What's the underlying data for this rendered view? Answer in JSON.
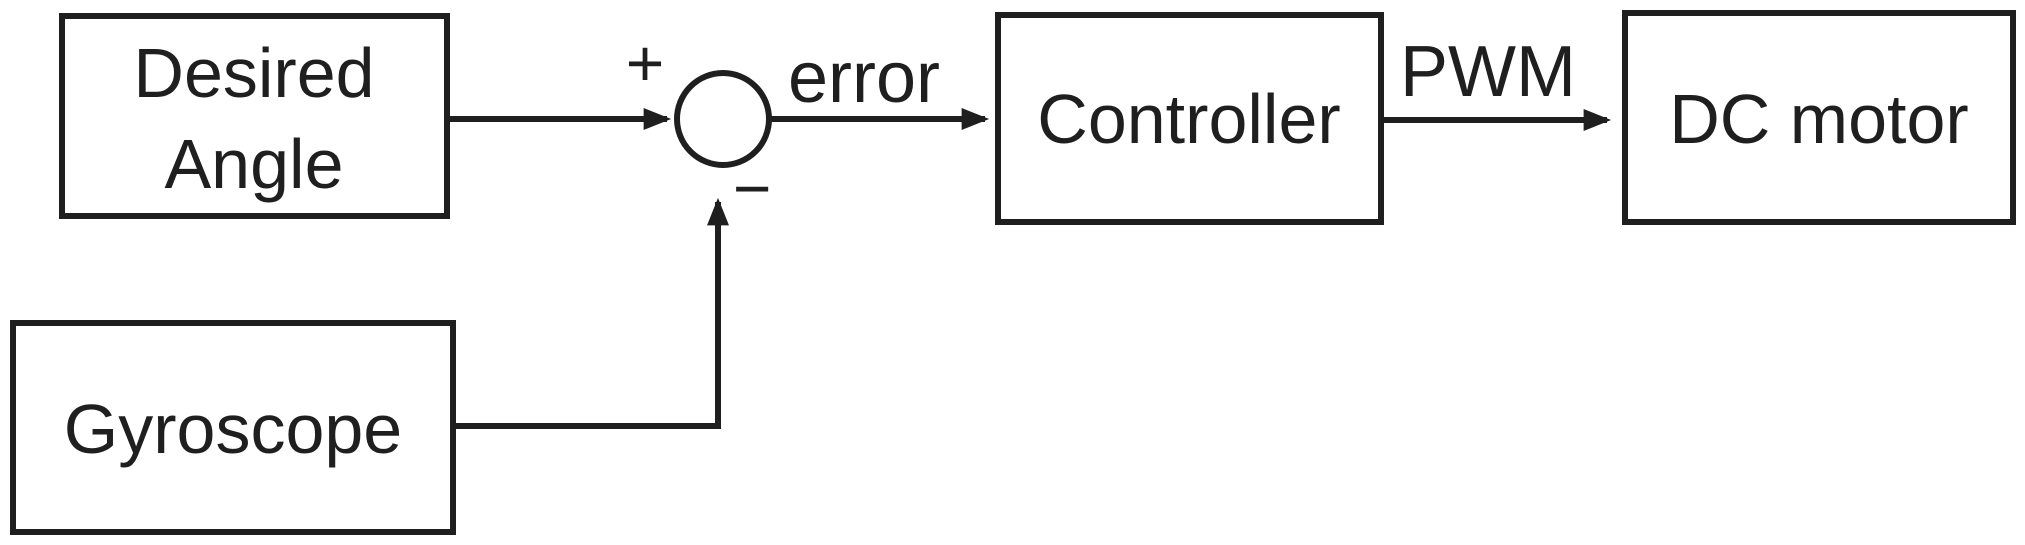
{
  "diagram": {
    "blocks": {
      "desired_angle": {
        "line1": "Desired",
        "line2": "Angle"
      },
      "controller": {
        "label": "Controller"
      },
      "dc_motor": {
        "label": "DC motor"
      },
      "gyroscope": {
        "label": "Gyroscope"
      }
    },
    "signals": {
      "error": "error",
      "pwm": "PWM"
    },
    "summing_junction": {
      "plus": "+",
      "minus": "−"
    },
    "colors": {
      "ink": "#1f1f1f",
      "background": "#ffffff"
    }
  }
}
